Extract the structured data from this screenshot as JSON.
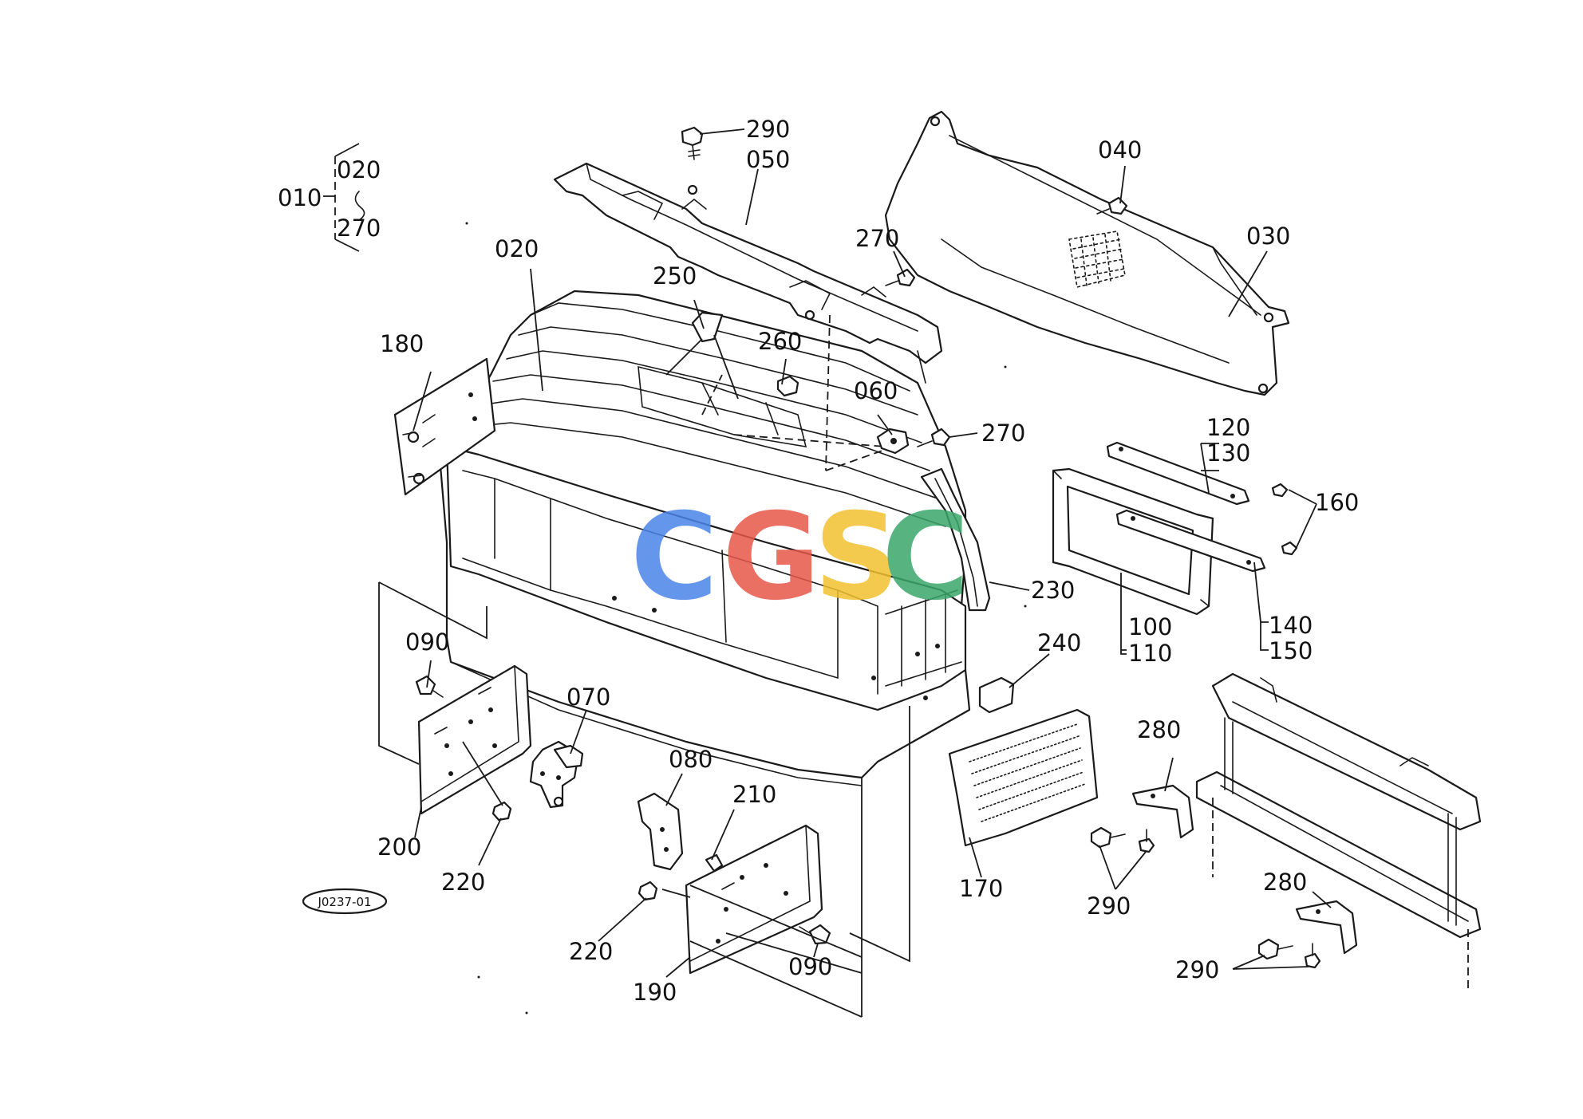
{
  "callouts": {
    "c010": "010",
    "c020_a": "020",
    "c270_a": "270",
    "c020_b": "020",
    "c290_a": "290",
    "c050": "050",
    "c040": "040",
    "c030": "030",
    "c270_b": "270",
    "c250": "250",
    "c260": "260",
    "c180": "180",
    "c060": "060",
    "c270_c": "270",
    "c120": "120",
    "c130": "130",
    "c160": "160",
    "c230": "230",
    "c100": "100",
    "c110": "110",
    "c140": "140",
    "c150": "150",
    "c240": "240",
    "c090_a": "090",
    "c070": "070",
    "c280_a": "280",
    "c080": "080",
    "c210": "210",
    "c200": "200",
    "c220_a": "220",
    "c170": "170",
    "c290_b": "290",
    "c280_b": "280",
    "c220_b": "220",
    "c090_b": "090",
    "c290_c": "290",
    "c190": "190"
  },
  "diagram_code": "J0237-01",
  "watermark": {
    "letters": [
      "C",
      "G",
      "S",
      "C"
    ],
    "colors": [
      "#4a86e8",
      "#e8584a",
      "#f2c12e",
      "#3aa66b"
    ]
  }
}
